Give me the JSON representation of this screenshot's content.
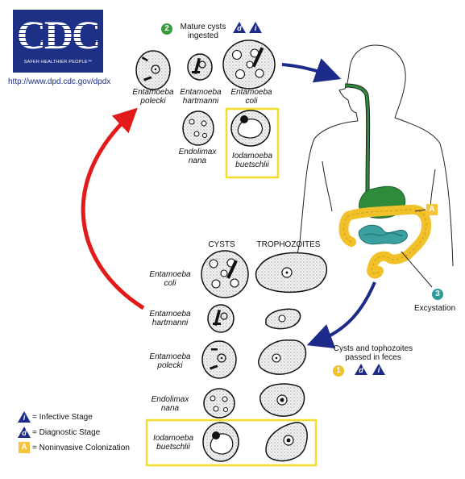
{
  "logo": {
    "letters": "CDC",
    "tagline": "SAFER·HEALTHIER·PEOPLE™"
  },
  "url": "http://www.dpd.cdc.gov/dpdx",
  "step2": {
    "number": "2",
    "text_line1": "Mature cysts",
    "text_line2": "ingested"
  },
  "step1": {
    "number": "1",
    "text_line1": "Cysts and tophozoites",
    "text_line2": "passed in feces"
  },
  "step3": {
    "number": "3",
    "text": "Excystation"
  },
  "marker_a": "A",
  "stage_marks": {
    "infective": "i",
    "diagnostic": "d",
    "colonization": "A"
  },
  "top_labels": [
    {
      "line1": "Entamoeba",
      "line2": "polecki"
    },
    {
      "line1": "Entamoeba",
      "line2": "hartmanni"
    },
    {
      "line1": "Entamoeba",
      "line2": "coli"
    },
    {
      "line1": "Endolimax",
      "line2": "nana"
    },
    {
      "line1": "Iodamoeba",
      "line2": "buetschlii"
    }
  ],
  "headers": {
    "cysts": "CYSTS",
    "trophozoites": "TROPHOZOITES"
  },
  "row_labels": [
    {
      "line1": "Entamoeba",
      "line2": "coli"
    },
    {
      "line1": "Entamoeba",
      "line2": "hartmanni"
    },
    {
      "line1": "Entamoeba",
      "line2": "polecki"
    },
    {
      "line1": "Endolimax",
      "line2": "nana"
    },
    {
      "line1": "Iodamoeba",
      "line2": "buetschlii"
    }
  ],
  "legend": [
    {
      "mark": "i",
      "text": "= Infective Stage"
    },
    {
      "mark": "d",
      "text": "= Diagnostic Stage"
    },
    {
      "mark": "A",
      "text": "= Noninvasive Colonization"
    }
  ],
  "colors": {
    "cdc_blue": "#1e2f86",
    "red_arrow": "#e21a1a",
    "navy_arrow": "#1c2a8a",
    "highlight_box": "#f2dd2b",
    "colon_yellow": "#f2c12a",
    "small_intestine_teal": "#3aa0a0",
    "stomach_green": "#2e8b3a"
  }
}
